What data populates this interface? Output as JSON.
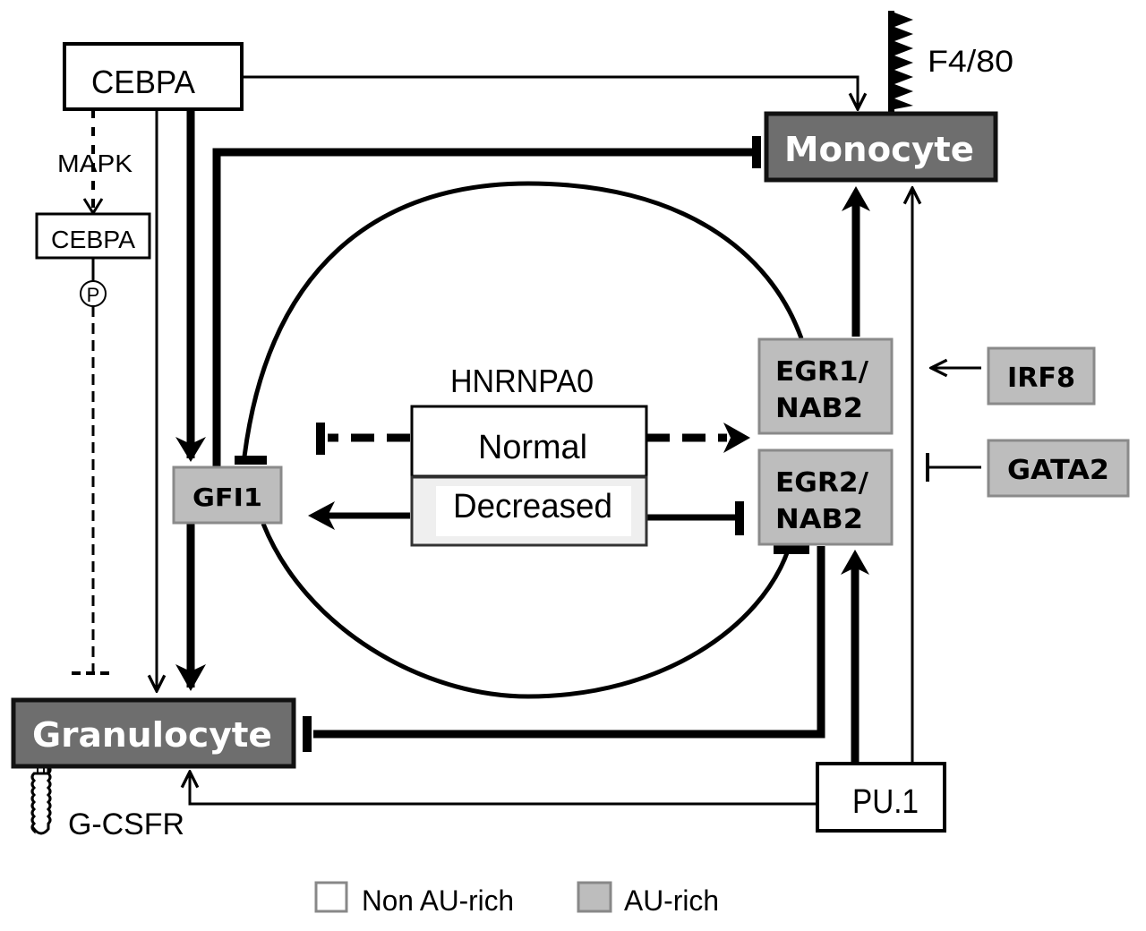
{
  "nodes": {
    "cebpa_top": {
      "label": "CEBPA",
      "category": "non-au-rich"
    },
    "cebpa_phospho": {
      "label": "CEBPA",
      "category": "non-au-rich"
    },
    "phospho_marker": {
      "label": "P"
    },
    "mapk": {
      "label": "MAPK"
    },
    "monocyte": {
      "label": "Monocyte",
      "category": "cell-type"
    },
    "f4_80": {
      "label": "F4/80"
    },
    "granulocyte": {
      "label": "Granulocyte",
      "category": "cell-type"
    },
    "g_csfr": {
      "label": "G-CSFR"
    },
    "gfi1": {
      "label": "GFI1",
      "category": "au-rich"
    },
    "hnrnpa0": {
      "label": "HNRNPA0",
      "states": [
        "Normal",
        "Decreased"
      ]
    },
    "egr1_nab2": {
      "label_line1": "EGR1/",
      "label_line2": "NAB2",
      "category": "au-rich"
    },
    "egr2_nab2": {
      "label_line1": "EGR2/",
      "label_line2": "NAB2",
      "category": "au-rich"
    },
    "irf8": {
      "label": "IRF8",
      "category": "au-rich"
    },
    "gata2": {
      "label": "GATA2",
      "category": "au-rich"
    },
    "pu1": {
      "label": "PU.1",
      "category": "non-au-rich"
    }
  },
  "edges": [
    {
      "from": "CEBPA",
      "to": "Monocyte",
      "type": "activation",
      "weight": "thin"
    },
    {
      "from": "CEBPA",
      "to": "Granulocyte",
      "type": "activation",
      "weight": "thin"
    },
    {
      "from": "CEBPA",
      "to": "GFI1",
      "type": "activation",
      "weight": "thick"
    },
    {
      "from": "CEBPA",
      "to": "CEBPA-P",
      "type": "activation",
      "style": "dashed",
      "via": "MAPK"
    },
    {
      "from": "CEBPA-P",
      "to": "Granulocyte",
      "type": "inhibition",
      "style": "dashed"
    },
    {
      "from": "GFI1",
      "to": "Monocyte",
      "type": "inhibition",
      "weight": "thick"
    },
    {
      "from": "GFI1",
      "to": "Granulocyte",
      "type": "activation",
      "weight": "thick"
    },
    {
      "from": "GFI1",
      "to": "EGR2/NAB2",
      "type": "mutual-inhibition-loop"
    },
    {
      "from": "HNRNPA0 Normal",
      "to": "GFI1",
      "type": "inhibition",
      "style": "dashed"
    },
    {
      "from": "HNRNPA0 Normal",
      "to": "EGR1/NAB2",
      "type": "activation",
      "style": "dashed"
    },
    {
      "from": "HNRNPA0 Decreased",
      "to": "GFI1",
      "type": "activation"
    },
    {
      "from": "HNRNPA0 Decreased",
      "to": "EGR2/NAB2",
      "type": "inhibition"
    },
    {
      "from": "EGR1/NAB2",
      "to": "Monocyte",
      "type": "activation",
      "weight": "thick"
    },
    {
      "from": "EGR2/NAB2",
      "to": "Granulocyte",
      "type": "inhibition",
      "weight": "thick"
    },
    {
      "from": "IRF8",
      "to": "PU.1 line",
      "type": "activation"
    },
    {
      "from": "GATA2",
      "to": "PU.1 line",
      "type": "inhibition"
    },
    {
      "from": "PU.1",
      "to": "EGR2/NAB2",
      "type": "activation",
      "weight": "thick"
    },
    {
      "from": "PU.1",
      "to": "Monocyte",
      "type": "activation",
      "weight": "thin"
    },
    {
      "from": "PU.1",
      "to": "Granulocyte",
      "type": "activation",
      "weight": "thin"
    }
  ],
  "legend": {
    "items": [
      {
        "label": "Non AU-rich",
        "color": "#ffffff"
      },
      {
        "label": "AU-rich",
        "color": "#bdbdbd"
      }
    ]
  },
  "colors": {
    "line": "#000000",
    "cell_fill": "#6e6e6e",
    "au_rich_fill": "#bdbdbd",
    "non_au_rich_fill": "#ffffff",
    "decreased_fill": "#f2f2f2"
  }
}
